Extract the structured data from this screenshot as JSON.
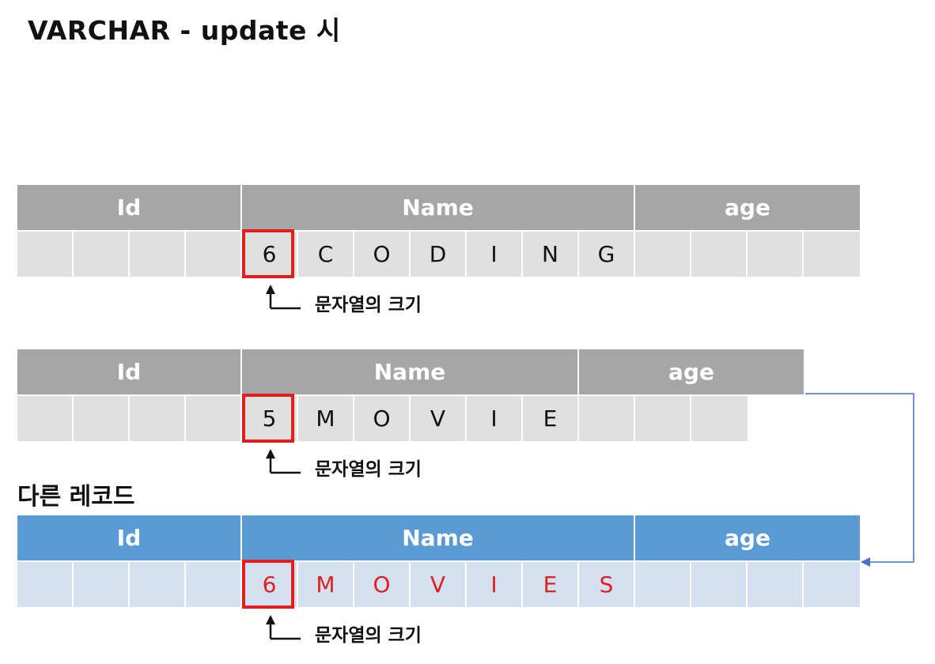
{
  "title": "VARCHAR - update 시",
  "other_record_label": "다른 레코드",
  "size_annotation": "문자열의 크기",
  "headers": {
    "id": "Id",
    "name": "Name",
    "age": "age"
  },
  "colors": {
    "gray_header": "#a6a6a6",
    "gray_cell": "#e0e0e0",
    "blue_header": "#5b9bd5",
    "blue_cell": "#d4dff0",
    "highlight_red": "#e02020",
    "connector_blue": "#4472c4"
  },
  "tables": [
    {
      "cells": [
        "",
        "",
        "",
        "",
        "6",
        "C",
        "O",
        "D",
        "I",
        "N",
        "G",
        "",
        "",
        "",
        ""
      ],
      "text_color": "#111111"
    },
    {
      "cells": [
        "",
        "",
        "",
        "",
        "5",
        "M",
        "O",
        "V",
        "I",
        "E",
        "",
        "",
        ""
      ],
      "text_color": "#111111"
    },
    {
      "cells": [
        "",
        "",
        "",
        "",
        "6",
        "M",
        "O",
        "V",
        "I",
        "E",
        "S",
        "",
        "",
        "",
        ""
      ],
      "text_color": "#e02020"
    }
  ]
}
